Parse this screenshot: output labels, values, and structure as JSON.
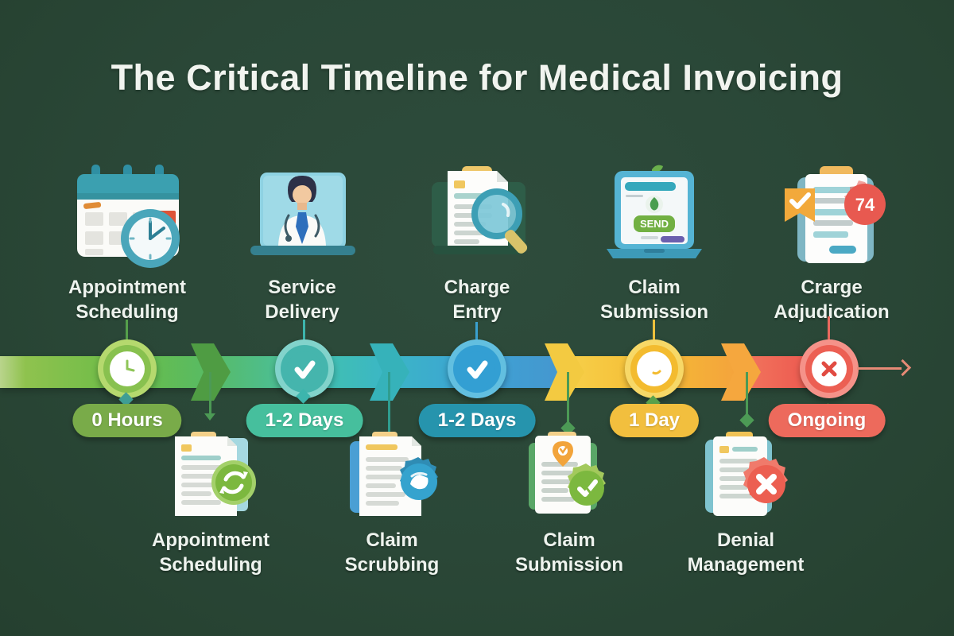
{
  "title": "The Critical Timeline for Medical Invoicing",
  "top_stages": [
    {
      "label": "Appointment\nScheduling",
      "icon": "calendar-clock-icon"
    },
    {
      "label": "Service\nDelivery",
      "icon": "laptop-doctor-icon"
    },
    {
      "label": "Charge\nEntry",
      "icon": "document-magnifier-icon"
    },
    {
      "label": "Claim\nSubmission",
      "icon": "laptop-send-icon",
      "send_label": "SEND"
    },
    {
      "label": "Crarge\nAdjudication",
      "icon": "clipboard-check-icon",
      "badge_count": "74"
    }
  ],
  "timeline": {
    "durations": [
      "0 Hours",
      "1-2 Days",
      "1-2 Days",
      "1 Day",
      "Ongoing"
    ],
    "pill_colors": [
      "#79ab49",
      "#46bf9d",
      "#2694ad",
      "#f2bf3e",
      "#ed6a5c"
    ],
    "band_colors": [
      "#8fc24e",
      "#41c0b0",
      "#3da3d4",
      "#f4bd35",
      "#ed5b50"
    ],
    "direction": "left-to-right"
  },
  "bottom_stages": [
    {
      "label": "Appointment\nScheduling",
      "icon": "document-refresh-icon"
    },
    {
      "label": "Claim\nScrubbing",
      "icon": "document-scrub-icon"
    },
    {
      "label": "Claim\nSubmission",
      "icon": "clipboard-pin-icon"
    },
    {
      "label": "Denial\nManagement",
      "icon": "clipboard-error-icon"
    }
  ],
  "palette": {
    "background": "#2b4839",
    "title_text": "#f1f4ef",
    "label_text": "#eef3ee"
  }
}
